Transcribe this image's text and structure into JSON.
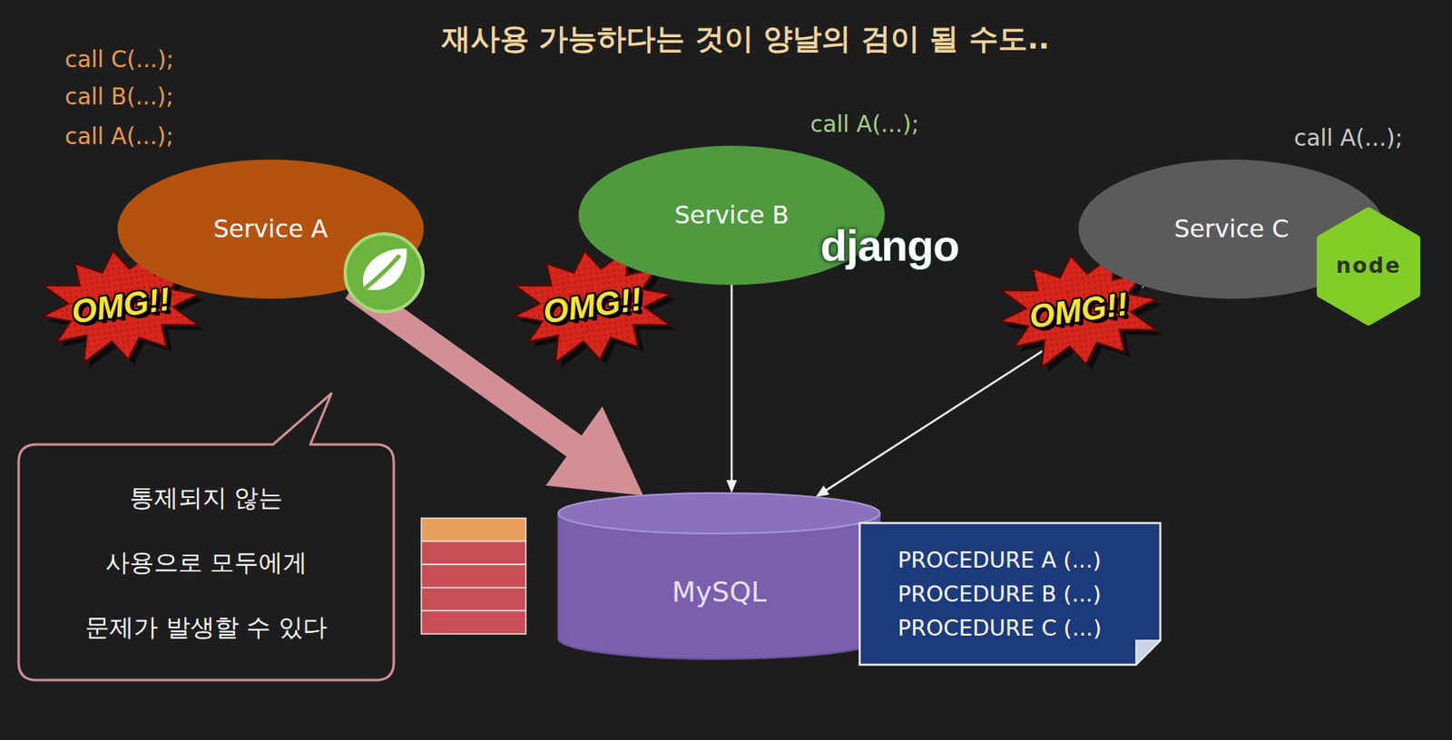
{
  "diagram": {
    "title": "재사용 가능하다는 것이 양날의 검이 될 수도..",
    "nodes": [
      {
        "text": [
          "Service A"
        ]
      },
      {
        "text": [
          "Service B"
        ]
      },
      {
        "text": [
          "Service C"
        ]
      },
      {
        "text": [
          "통제되지 않는 사용으로 모두에게 문제가 발생할 수 있다"
        ]
      },
      {
        "text": [
          "MySQL"
        ]
      },
      {
        "text": [
          "PROCEDURE A (...)",
          "PROCEDURE B (...)",
          "PROCEDURE C (...)"
        ]
      }
    ],
    "edges": [
      {
        "from": 0,
        "to": 4,
        "arrow": "to"
      },
      {
        "from": 1,
        "to": 4,
        "arrow": "to"
      },
      {
        "from": 2,
        "to": 4,
        "arrow": "to"
      }
    ],
    "labels": [
      "call C(...);",
      "call B(...);",
      "call A(...);",
      "call A(...);",
      "call A(...);",
      "OMG!!",
      "OMG!!",
      "OMG!!",
      "django",
      "node"
    ]
  }
}
